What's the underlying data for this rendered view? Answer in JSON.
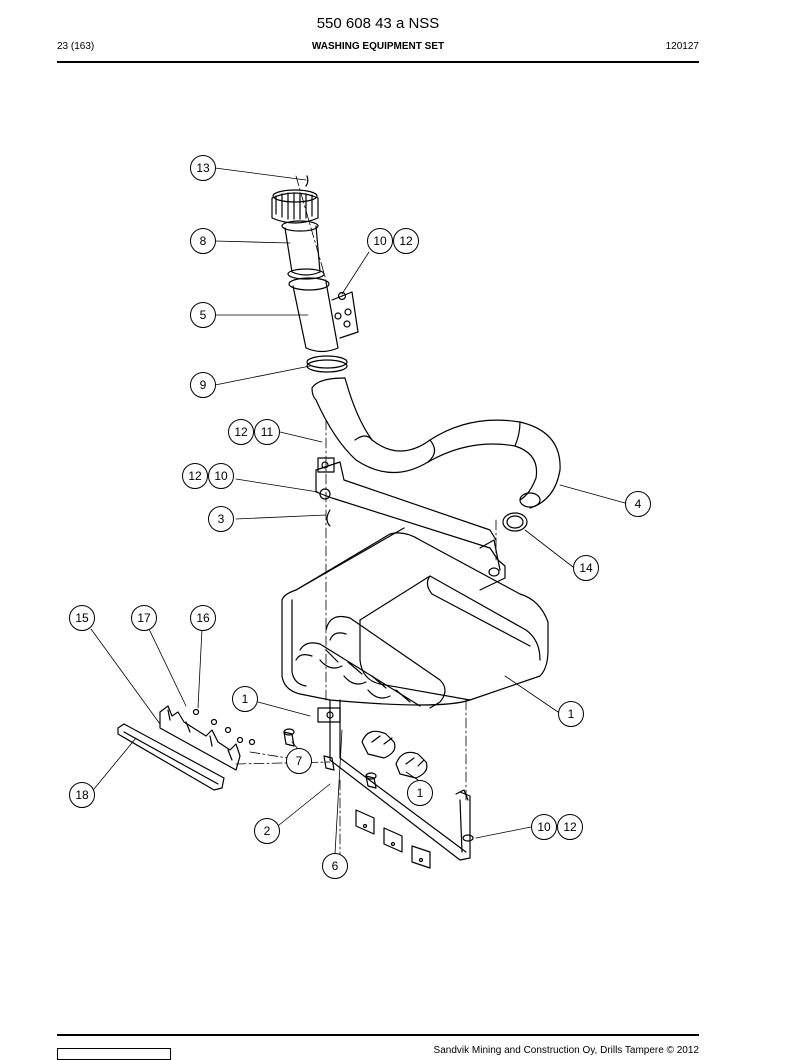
{
  "header": {
    "doc_number": "550 608 43 a NSS",
    "page_ref": "23 (163)",
    "title": "WASHING EQUIPMENT SET",
    "date": "120127"
  },
  "footer": {
    "copyright": "Sandvik Mining and Construction Oy, Drills Tampere © 2012"
  },
  "callouts": [
    "13",
    "8",
    "10",
    "12",
    "5",
    "9",
    "12",
    "11",
    "12",
    "10",
    "3",
    "4",
    "14",
    "15",
    "17",
    "16",
    "1",
    "1",
    "7",
    "1",
    "18",
    "10",
    "12",
    "2",
    "6"
  ]
}
